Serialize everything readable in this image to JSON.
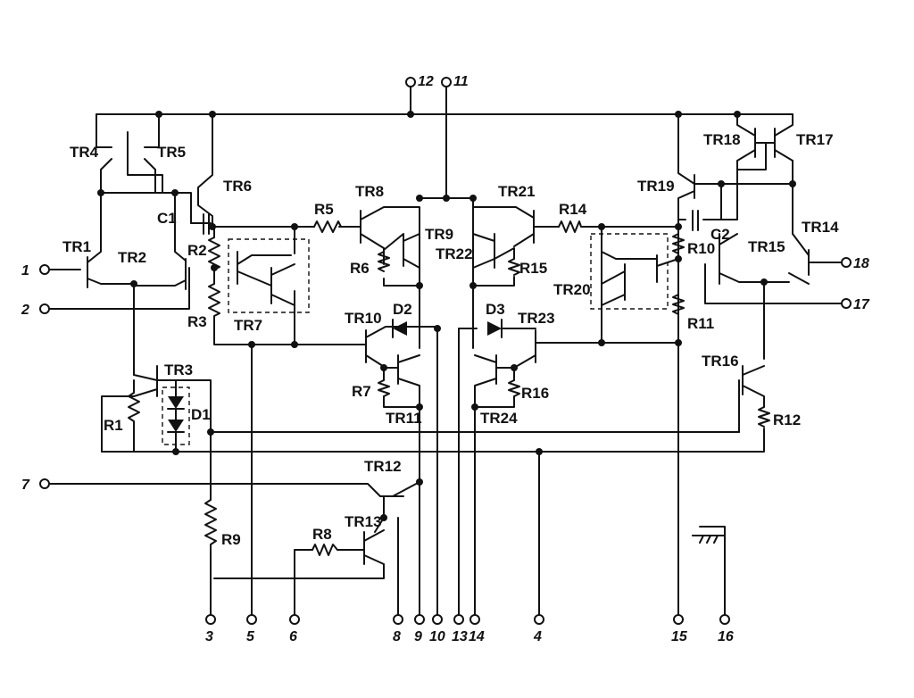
{
  "schematic": {
    "transistors": [
      "TR1",
      "TR2",
      "TR3",
      "TR4",
      "TR5",
      "TR6",
      "TR7",
      "TR8",
      "TR9",
      "TR10",
      "TR11",
      "TR12",
      "TR13",
      "TR14",
      "TR15",
      "TR16",
      "TR17",
      "TR18",
      "TR19",
      "TR20",
      "TR21",
      "TR22",
      "TR23",
      "TR24"
    ],
    "resistors": [
      "R1",
      "R2",
      "R3",
      "R5",
      "R6",
      "R7",
      "R8",
      "R9",
      "R10",
      "R11",
      "R12",
      "R14",
      "R15",
      "R16"
    ],
    "capacitors": [
      "C1",
      "C2"
    ],
    "diodes": [
      "D1",
      "D2",
      "D3"
    ],
    "pins": [
      "1",
      "2",
      "3",
      "4",
      "5",
      "6",
      "7",
      "8",
      "9",
      "10",
      "11",
      "12",
      "13",
      "14",
      "15",
      "16",
      "17",
      "18"
    ],
    "ground_symbol": "chassis-ground-icon"
  }
}
